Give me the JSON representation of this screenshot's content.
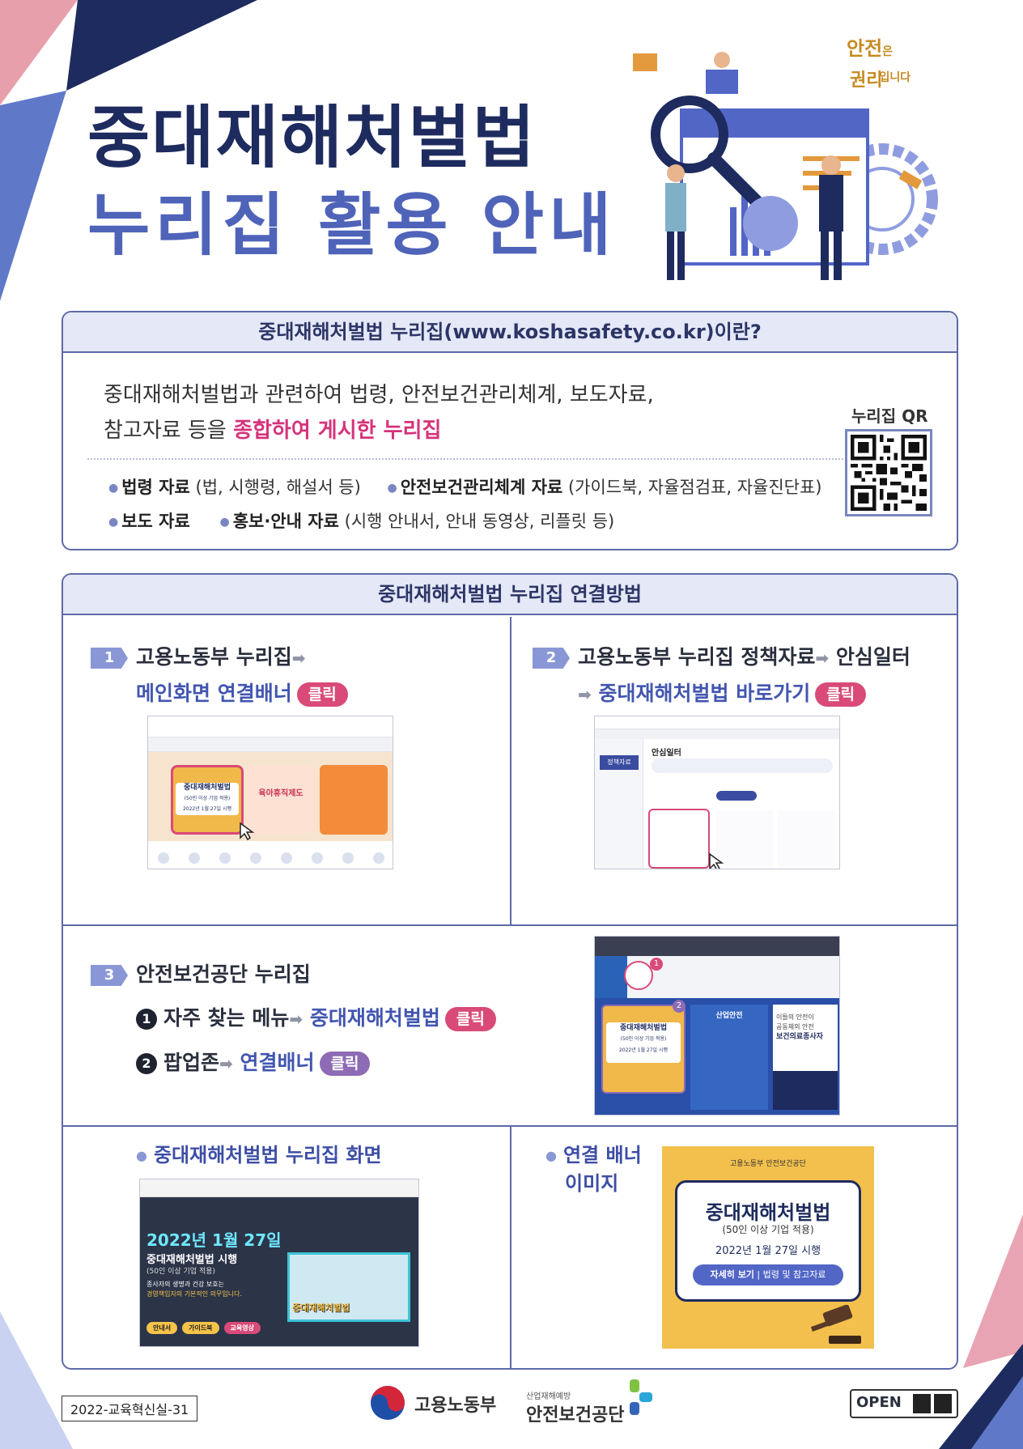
{
  "header": {
    "title_line1": "중대재해처벌법",
    "title_line2": "누리집 활용 안내",
    "slogan_part1": "안전",
    "slogan_part2": "은",
    "slogan_part3": "권리",
    "slogan_part4": "입니다"
  },
  "intro": {
    "heading": "중대재해처벌법 누리집(www.koshasafety.co.kr)이란?",
    "line1": "중대재해처벌법과 관련하여 법령, 안전보건관리체계, 보도자료,",
    "line2_plain": "참고자료 등을",
    "line2_highlight": "종합하여 게시한 누리집",
    "qr_label": "누리집 QR",
    "bullets": [
      {
        "label": "법령 자료",
        "detail": "(법, 시행령, 해설서 등)"
      },
      {
        "label": "안전보건관리체계 자료",
        "detail": "(가이드북, 자율점검표, 자율진단표)"
      },
      {
        "label": "보도 자료",
        "detail": ""
      },
      {
        "label": "홍보·안내 자료",
        "detail": "(시행 안내서, 안내 동영상, 리플릿 등)"
      }
    ]
  },
  "method": {
    "heading": "중대재해처벌법 누리집 연결방법",
    "arrow": "➡",
    "click_label": "클릭",
    "step1": {
      "num": "1",
      "line1": "고용노동부 누리집",
      "line2": "메인화면 연결배너"
    },
    "step2": {
      "num": "2",
      "line1a": "고용노동부 누리집 정책자료",
      "line1b": "안심일터",
      "line2": "중대재해처벌법 바로가기"
    },
    "step3": {
      "num": "3",
      "title": "안전보건공단 누리집",
      "sub1_num": "1",
      "sub1a": "자주 찾는 메뉴",
      "sub1b": "중대재해처벌법",
      "sub2_num": "2",
      "sub2a": "팝업존",
      "sub2b": "연결배너"
    },
    "shot1": {
      "banner_title": "중대재해처벌법",
      "banner_sub": "(50인 이상 기업 적용)",
      "banner_date": "2022년 1월 27일 시행",
      "side_banner": "육아휴직제도"
    },
    "shot2": {
      "page_title": "안심일터",
      "side_menu": "정책자료"
    },
    "shot3": {
      "banner_title": "중대재해처벌법",
      "banner_sub": "(50인 이상 기업 적용)",
      "banner_date": "2022년 1월 27일 시행",
      "center_title": "산업안전",
      "right_line1": "이들의 안전이",
      "right_line2": "공동체의 안전",
      "right_title": "보건의료종사자",
      "badge1": "1",
      "badge2": "2"
    },
    "caption_left": "중대재해처벌법 누리집 화면",
    "caption_right_line1": "연결 배너",
    "caption_right_line2": "이미지",
    "site_shot": {
      "date": "2022년 1월 27일",
      "title": "중대재해처벌법 시행",
      "sub": "(50인 이상 기업 적용)",
      "text1": "종사자의 생명과 건강 보호는",
      "text2": "경영책임자의 기본적인 의무입니다.",
      "btn1": "안내서",
      "btn2": "가이드북",
      "btn3": "교육영상",
      "video_title": "중대재해처벌법"
    },
    "banner_image": {
      "orgs": "고용노동부  안전보건공단",
      "title": "중대재해처벌법",
      "sub": "(50인 이상 기업 적용)",
      "date": "2022년 1월 27일 시행",
      "btn_strong": "자세히 보기",
      "btn_rest": "법령 및 참고자료"
    }
  },
  "footer": {
    "code": "2022-교육혁신실-31",
    "org1": "고용노동부",
    "org2_small": "산업재해예방",
    "org2": "안전보건공단",
    "open_label": "OPEN"
  },
  "colors": {
    "navy": "#1e2b5e",
    "blue": "#4f63b9",
    "accent_pink": "#d94a78",
    "accent_purple": "#8d6bb5",
    "box_border": "#5d6aa8"
  }
}
